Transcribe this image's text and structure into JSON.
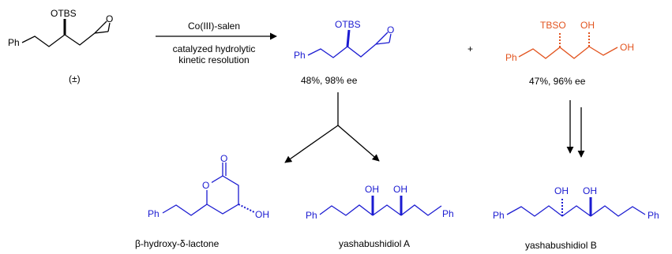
{
  "colors": {
    "black": "#000000",
    "blue": "#1b1bd1",
    "orange": "#e2541f"
  },
  "start": {
    "labels": {
      "otbs": "OTBS",
      "ph": "Ph",
      "o": "O"
    },
    "note": "(±)"
  },
  "reaction": {
    "reagent": "Co(III)-salen",
    "condition_line1": "catalyzed hydrolytic",
    "condition_line2": "kinetic resolution"
  },
  "epoxide_product": {
    "labels": {
      "otbs": "OTBS",
      "ph": "Ph",
      "o": "O"
    },
    "yield": "48%, 98% ee"
  },
  "plus": "+",
  "diol_product": {
    "labels": {
      "tbso": "TBSO",
      "oh1": "OH",
      "oh2": "OH",
      "ph": "Ph"
    },
    "yield": "47%, 96% ee"
  },
  "lactone": {
    "labels": {
      "o_carbonyl": "O",
      "o_ring": "O",
      "oh": "OH",
      "ph": "Ph"
    },
    "name": "β-hydroxy-δ-lactone"
  },
  "diol_a": {
    "labels": {
      "oh1": "OH",
      "oh2": "OH",
      "ph_left": "Ph",
      "ph_right": "Ph"
    },
    "name": "yashabushidiol A"
  },
  "diol_b": {
    "labels": {
      "oh1": "OH",
      "oh2": "OH",
      "ph_left": "Ph",
      "ph_right": "Ph"
    },
    "name": "yashabushidiol B"
  }
}
